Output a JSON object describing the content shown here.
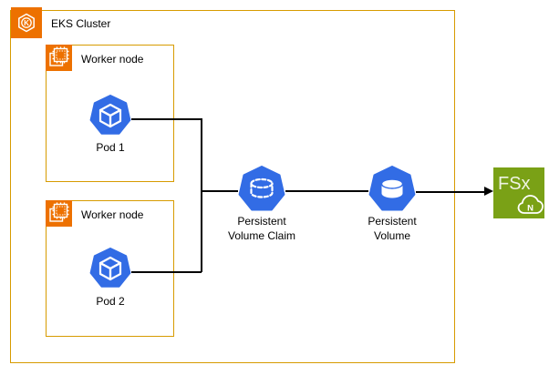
{
  "diagram": {
    "title": "EKS Cluster",
    "eks_icon_letter": "K",
    "workers": [
      {
        "label": "Worker node",
        "pod_label": "Pod 1"
      },
      {
        "label": "Worker node",
        "pod_label": "Pod 2"
      }
    ],
    "pvc": {
      "label_line1": "Persistent",
      "label_line2": "Volume Claim"
    },
    "pv": {
      "label_line1": "Persistent",
      "label_line2": "Volume"
    },
    "fsx": {
      "text": "FSx",
      "cloud_letter": "N"
    },
    "colors": {
      "orange_fill": "#ED7100",
      "orange_border": "#D79B00",
      "kubernetes_blue": "#326CE5",
      "fsx_green": "#7AA116",
      "connector_line": "#000000"
    }
  }
}
